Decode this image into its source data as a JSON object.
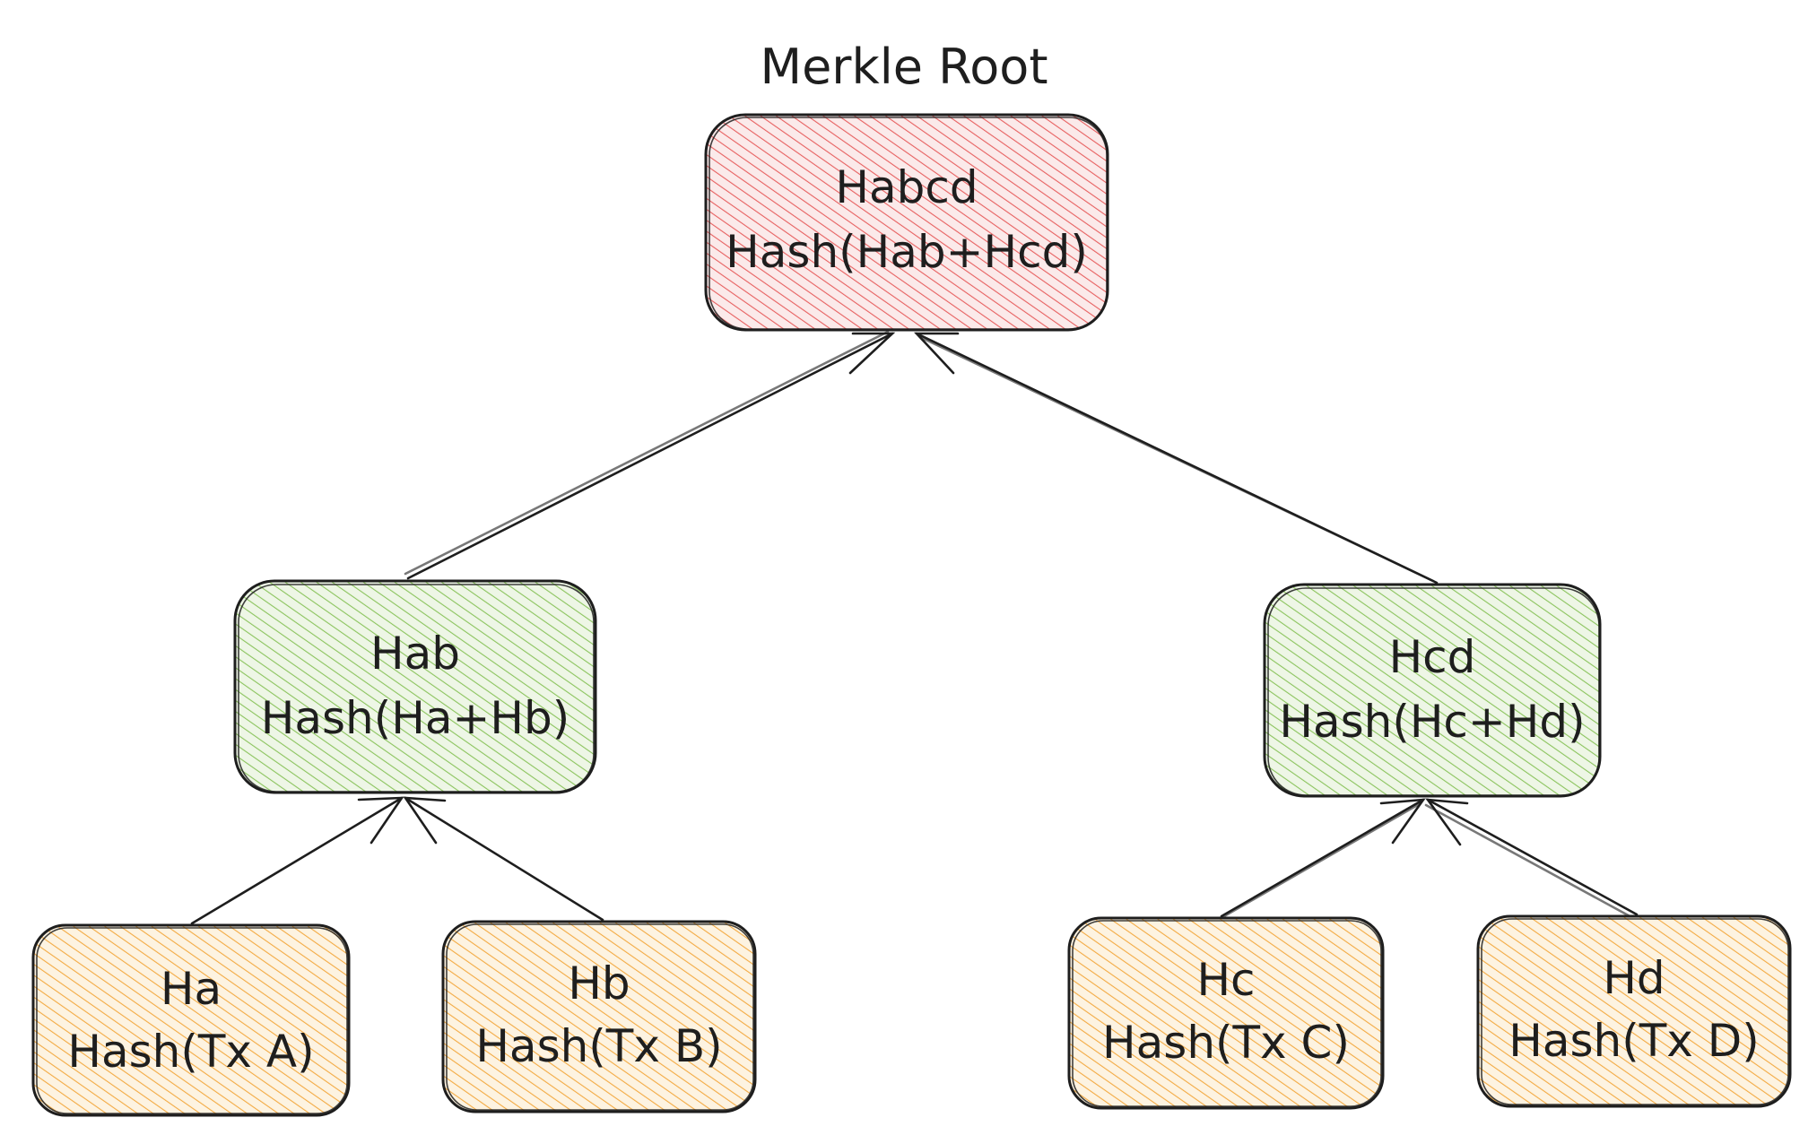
{
  "heading": "Merkle Root",
  "colors": {
    "root_fill": "#e03131",
    "root_bg": "#fbeaea",
    "middle_fill": "#69b32e",
    "middle_bg": "#eef6e6",
    "leaf_fill": "#f08c00",
    "leaf_bg": "#fdf3e1",
    "stroke": "#1e1e1e"
  },
  "nodes": {
    "root": {
      "title": "Habcd",
      "hash": "Hash(Hab+Hcd)"
    },
    "hab": {
      "title": "Hab",
      "hash": "Hash(Ha+Hb)"
    },
    "hcd": {
      "title": "Hcd",
      "hash": "Hash(Hc+Hd)"
    },
    "ha": {
      "title": "Ha",
      "hash": "Hash(Tx A)"
    },
    "hb": {
      "title": "Hb",
      "hash": "Hash(Tx B)"
    },
    "hc": {
      "title": "Hc",
      "hash": "Hash(Tx C)"
    },
    "hd": {
      "title": "Hd",
      "hash": "Hash(Tx D)"
    }
  }
}
